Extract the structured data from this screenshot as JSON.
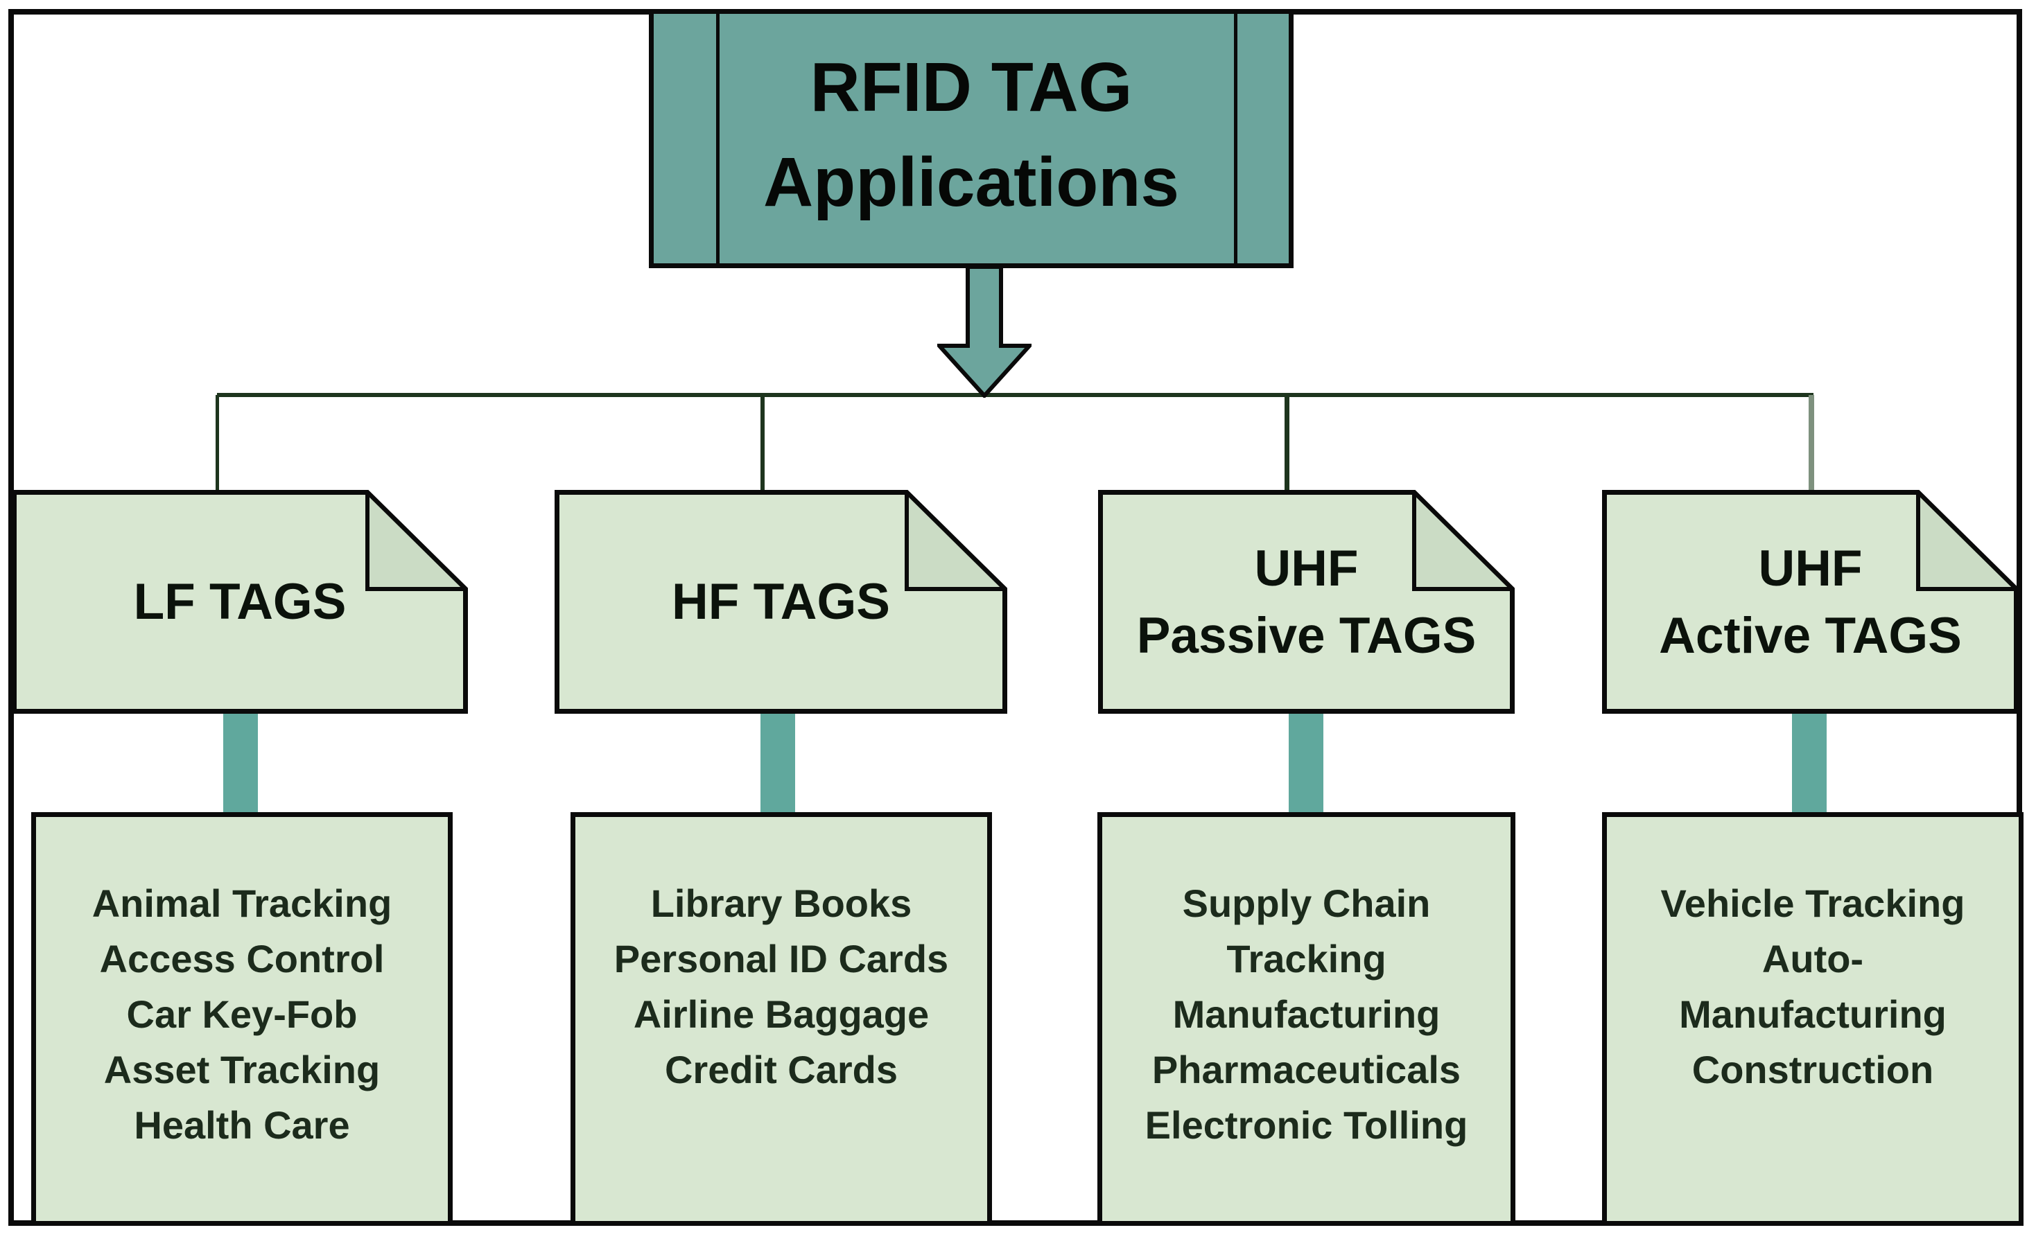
{
  "diagram": {
    "title": {
      "lines": [
        "RFID TAG",
        "Applications"
      ]
    },
    "columns": [
      {
        "id": "lf",
        "header_lines": [
          "LF TAGS"
        ],
        "items": [
          "Animal Tracking",
          "Access Control",
          "Car Key-Fob",
          "Asset Tracking",
          "Health Care"
        ]
      },
      {
        "id": "hf",
        "header_lines": [
          "HF TAGS"
        ],
        "items": [
          "Library Books",
          "Personal ID Cards",
          "Airline Baggage",
          "Credit Cards"
        ]
      },
      {
        "id": "uhf-passive",
        "header_lines": [
          "UHF",
          "Passive TAGS"
        ],
        "items": [
          "Supply Chain",
          "Tracking",
          "Manufacturing",
          "Pharmaceuticals",
          "Electronic Tolling"
        ]
      },
      {
        "id": "uhf-active",
        "header_lines": [
          "UHF",
          "Active TAGS"
        ],
        "items": [
          "Vehicle Tracking",
          "Auto-",
          "Manufacturing",
          "Construction"
        ]
      }
    ],
    "colors": {
      "title_fill": "#6CA59D",
      "connector_bar_fill": "#60A89D",
      "node_fill": "#D8E7D1",
      "folded_corner_fill": "#CBDCC5",
      "connector_line_dark": "#1E351E",
      "connector_line_light": "#7E917E",
      "border_black": "#0A0A0A"
    }
  }
}
